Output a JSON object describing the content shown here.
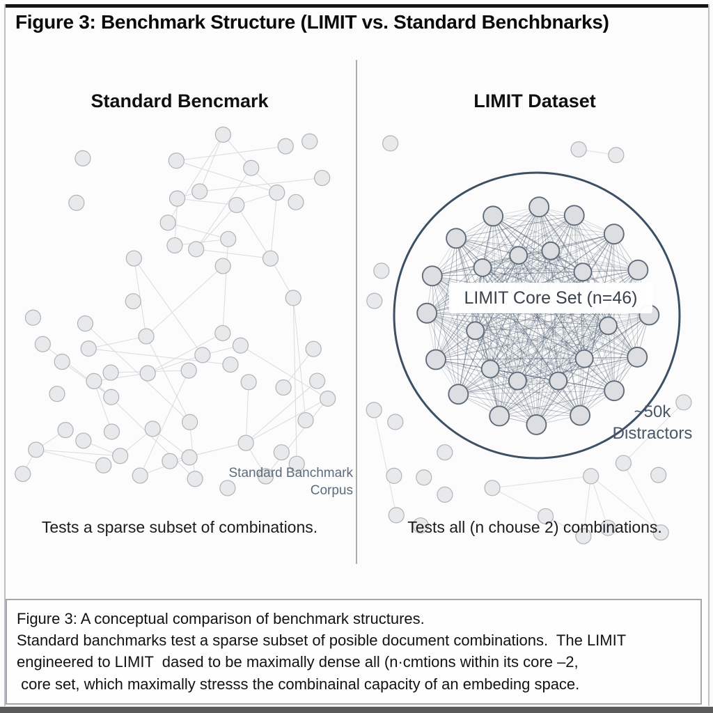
{
  "page": {
    "title": "Figure 3: Benchmark Structure (LIMIT vs. Standard Benchbnarks)"
  },
  "left_panel": {
    "heading": "Standard Bencmark",
    "corpus_label_line1": "Standard Banchmark",
    "corpus_label_line2": "Corpus",
    "caption": "Tests a sparse subset of combinations.",
    "graph": {
      "node_count": 62,
      "seed": 9,
      "min_node_spacing": 27,
      "node_radius": 11,
      "node_fill": "#e8e9eb",
      "node_stroke": "#b0b3b8",
      "edge_color": "#d8dadd"
    }
  },
  "right_panel": {
    "heading": "LIMIT Dataset",
    "core_label": "LIMIT Core Set (n=46)",
    "distractors_label_line1": "~50k",
    "distractors_label_line2": "Distractors",
    "caption": "Tests all (n chouse 2) combinations.",
    "graph": {
      "seed": 31,
      "circle_color": "#3c4f63",
      "outer_ring_nodes": 16,
      "inner_ring_nodes": 12,
      "outer_ring_radius": 158,
      "inner_ring_radius": 96,
      "core_node_fill": "#dcdee2",
      "core_node_stroke": "#5f6b79",
      "core_edge_color": "#4a5a6d",
      "distractor_count": 22,
      "distractor_fill": "#e8e9eb",
      "distractor_stroke": "#b0b3b8",
      "distractor_edge_color": "#dcdee1"
    }
  },
  "figure_caption": {
    "lines": [
      "Figure 3: A conceptual comparison of benchmark structures.",
      "Standard banchmarks test a sparse subset of posible document combinations.  The LIMIT",
      "engineered to LIMIT  dased to be maximally dense all (n·cmtions within its core –2,",
      " core set, which maximally stresss the combinainal capacity of an embeding space."
    ]
  }
}
